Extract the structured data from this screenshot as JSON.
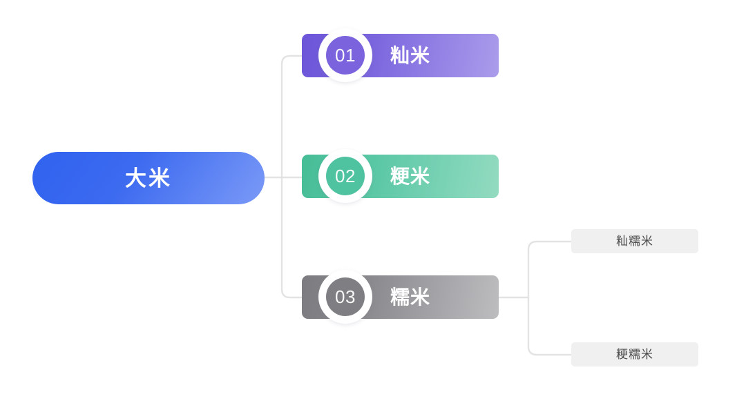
{
  "diagram": {
    "type": "mind-map-tree",
    "background_color": "#ffffff",
    "connector_color": "#e3e3e3",
    "root": {
      "label": "大米",
      "color_start": "#2f62ef",
      "color_end": "#7b9af7"
    },
    "branches": [
      {
        "number": "01",
        "label": "籼米",
        "color_start": "#6c55d8",
        "color_end": "#ab9ceb",
        "badge_color": "#7b63dd",
        "children": []
      },
      {
        "number": "02",
        "label": "粳米",
        "color_start": "#46bd96",
        "color_end": "#93dbc1",
        "badge_color": "#4fc2a0",
        "children": []
      },
      {
        "number": "03",
        "label": "糯米",
        "color_start": "#7c7c80",
        "color_end": "#bdbdc0",
        "badge_color": "#7f7f83",
        "children": [
          {
            "label": "籼糯米",
            "box_color": "#f0f0f1",
            "text_color": "#4a4a4a"
          },
          {
            "label": "粳糯米",
            "box_color": "#f0f0f1",
            "text_color": "#4a4a4a"
          }
        ]
      }
    ]
  }
}
